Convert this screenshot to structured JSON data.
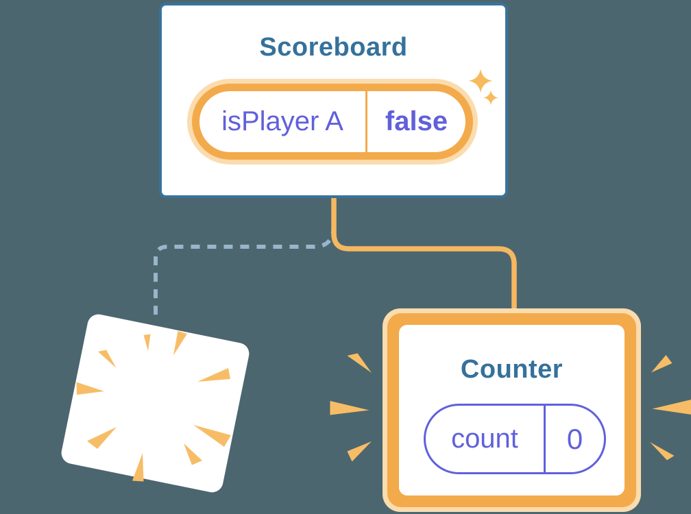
{
  "scoreboard": {
    "title": "Scoreboard",
    "state": {
      "key": "isPlayer A",
      "value": "false"
    }
  },
  "counter": {
    "title": "Counter",
    "state": {
      "key": "count",
      "value": "0"
    }
  },
  "icons": {
    "sparkles": "sparkles-icon",
    "burst": "burst-icon",
    "emphasis_rays": "emphasis-rays-icon"
  },
  "theme": {
    "background": "#4c666f",
    "card_bg": "#ffffff",
    "component_border_blue": "#38739c",
    "title_blue": "#35719b",
    "state_purple": "#6060dc",
    "highlight_orange": "#f3aa4b",
    "highlight_glow": "#fbdcae",
    "connector_orange": "#f5b860",
    "dashed_connector_blue": "#97b6cd",
    "burst_orange": "#f7bd66",
    "sparkle_orange": "#f6bb5d"
  }
}
